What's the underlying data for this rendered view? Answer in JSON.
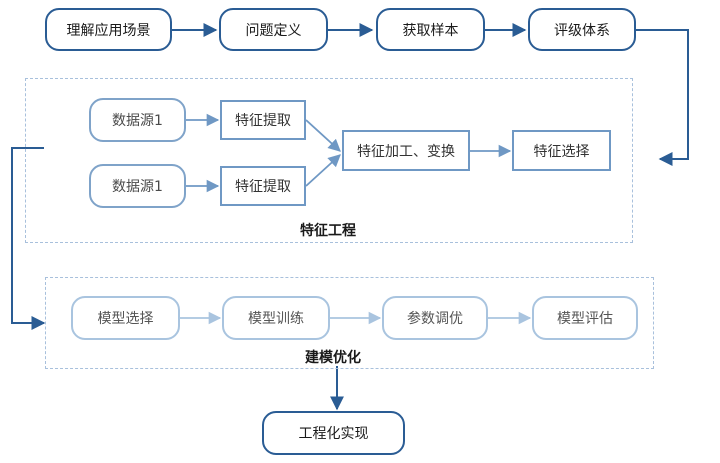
{
  "diagram": {
    "top_flow": [
      "理解应用场景",
      "问题定义",
      "获取样本",
      "评级体系"
    ],
    "feature_engineering": {
      "label": "特征工程",
      "source_1": "数据源1",
      "source_2": "数据源1",
      "extract_1": "特征提取",
      "extract_2": "特征提取",
      "transform": "特征加工、变换",
      "select": "特征选择"
    },
    "modeling": {
      "label": "建模优化",
      "steps": [
        "模型选择",
        "模型训练",
        "参数调优",
        "模型评估"
      ]
    },
    "final": "工程化实现"
  },
  "colors": {
    "dark_line": "#2a5c94",
    "mid_line": "#6f98c4",
    "light_line": "#a9c4df",
    "dashed_border": "#a8c0dc"
  }
}
